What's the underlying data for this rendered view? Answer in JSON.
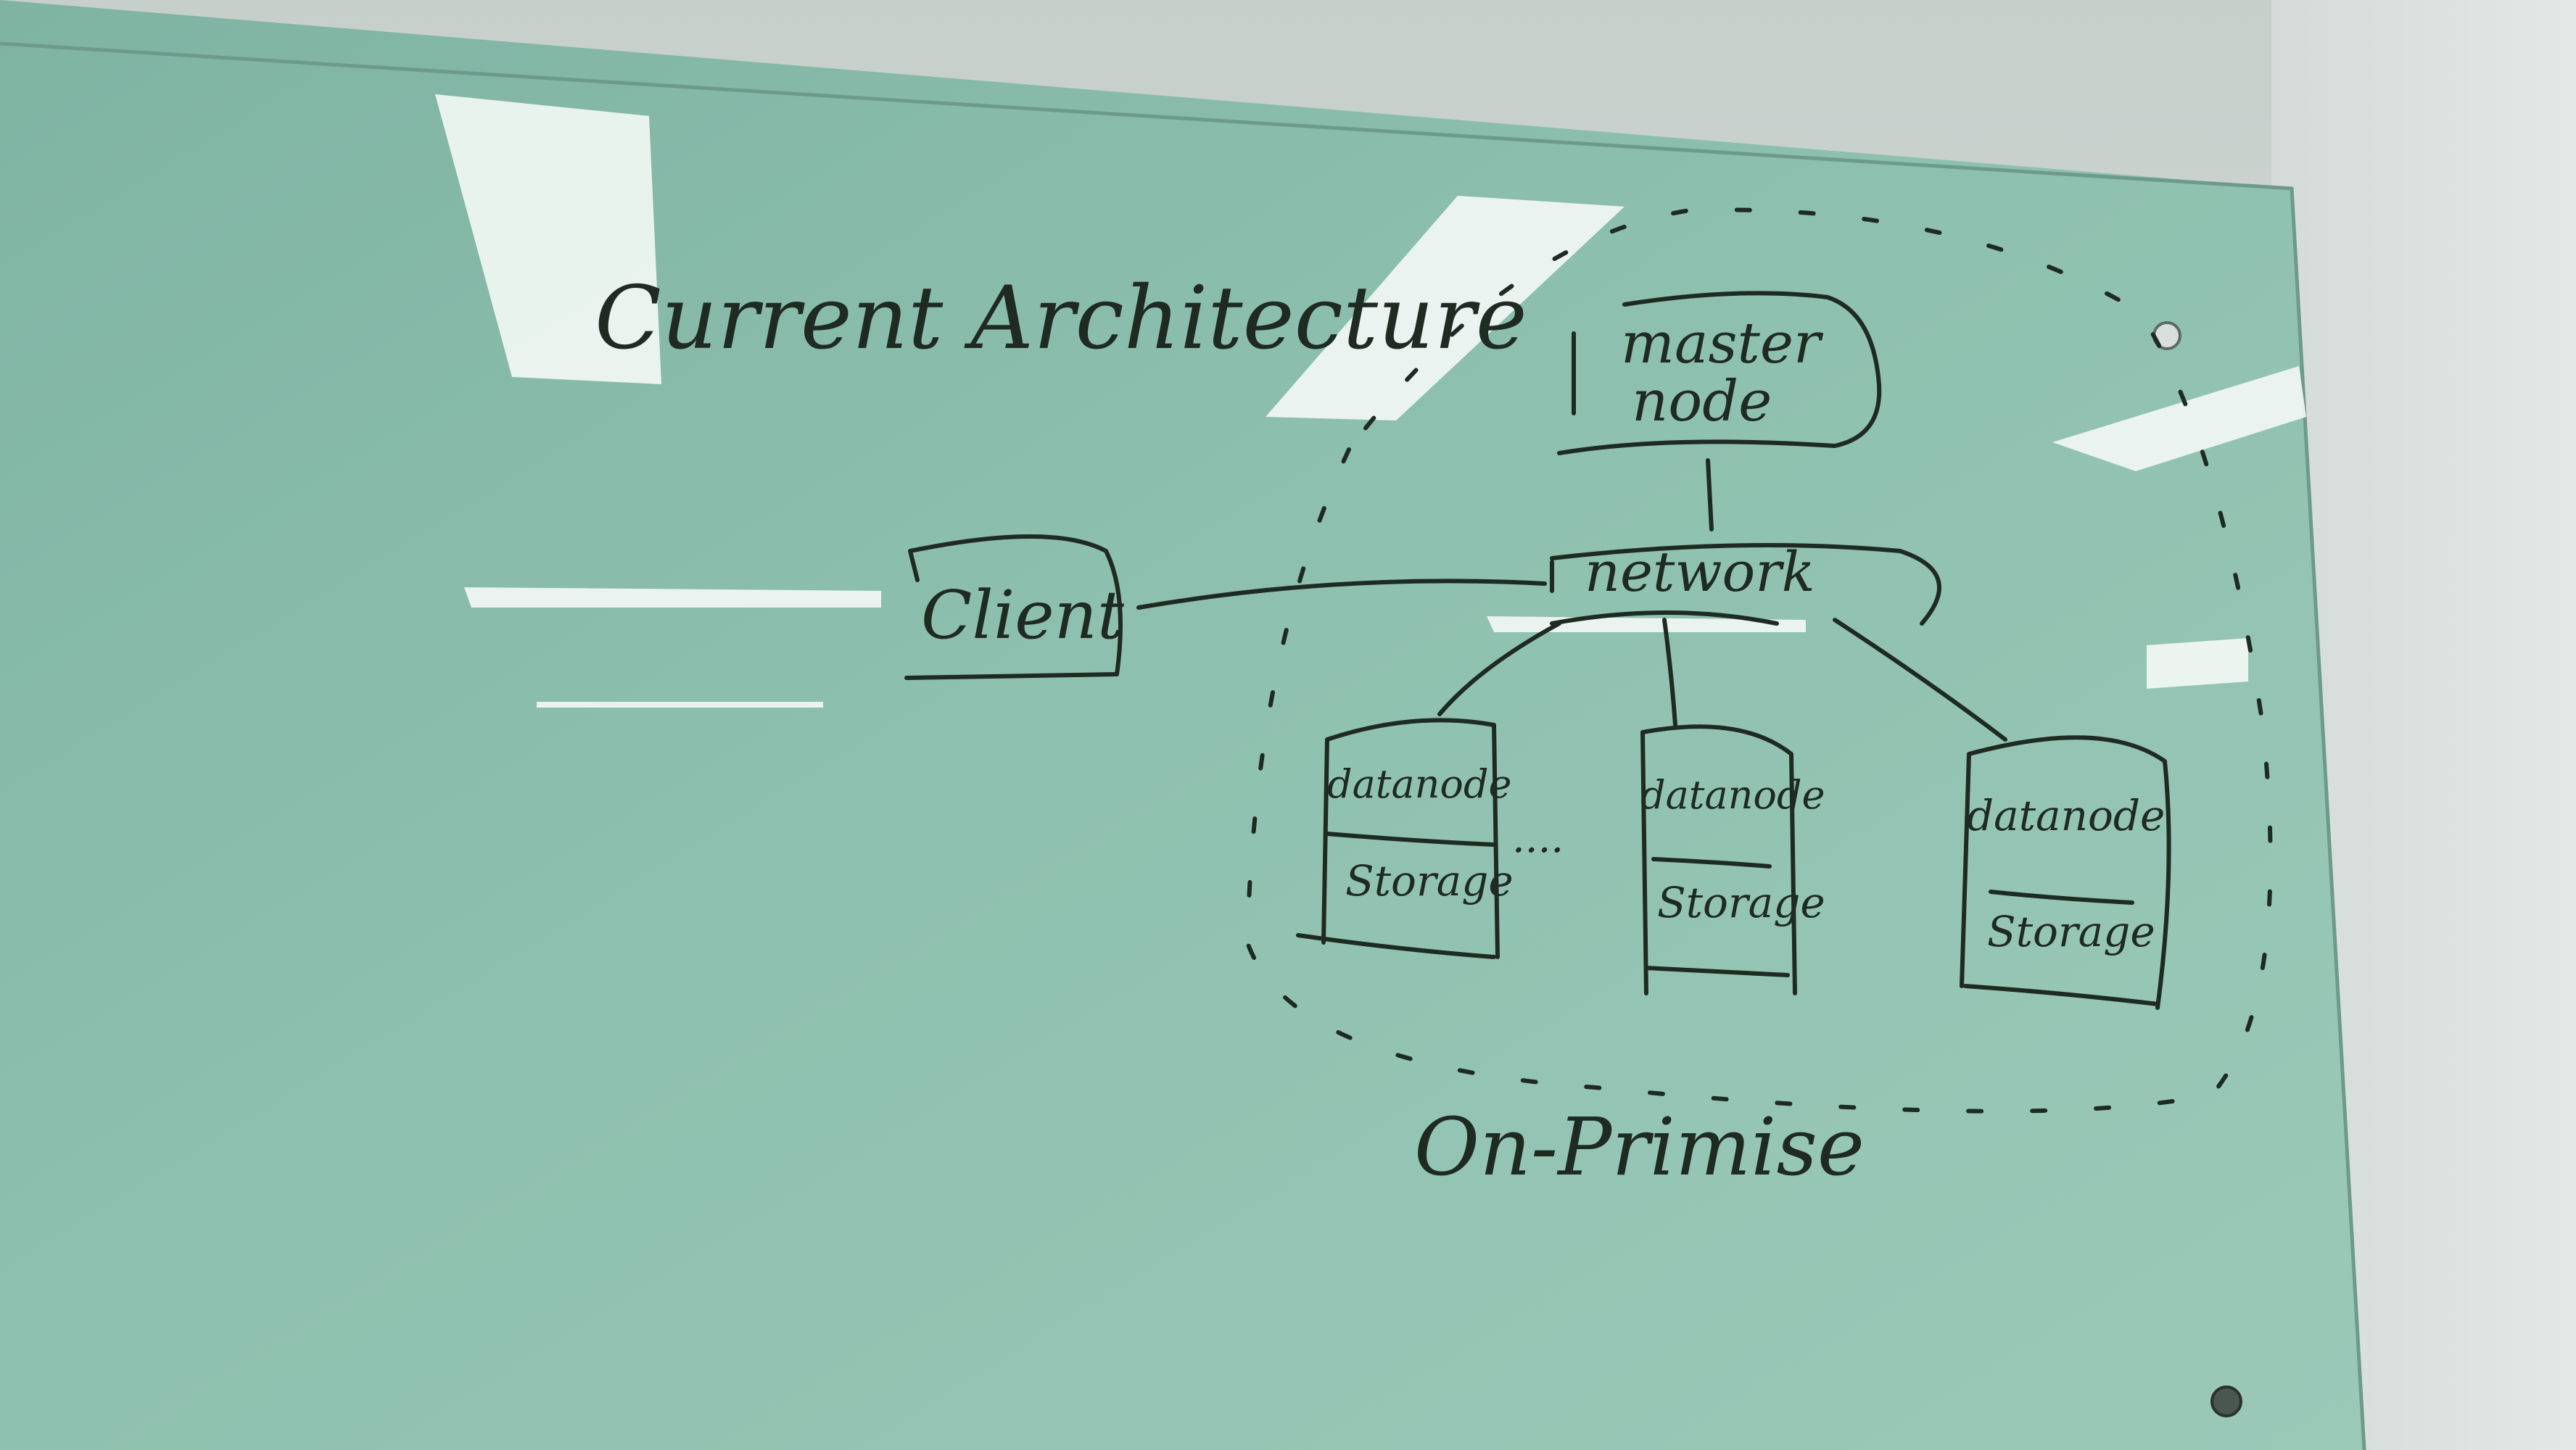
{
  "whiteboard": {
    "title": "Current Architecture",
    "master": "master node",
    "master_line1": "master",
    "master_line2": "node",
    "client": "Client",
    "network": "network",
    "datanodes": [
      {
        "top": "datanode",
        "bottom": "Storage"
      },
      {
        "top": "datanode",
        "bottom": "Storage"
      },
      {
        "top": "datanode",
        "bottom": "Storage"
      }
    ],
    "ellipsis": "....",
    "boundary_label": "On-Primise"
  },
  "colors": {
    "glass": "#8fbfae",
    "ink": "#1e2a22",
    "light_reflection": "#f2f7f4"
  }
}
